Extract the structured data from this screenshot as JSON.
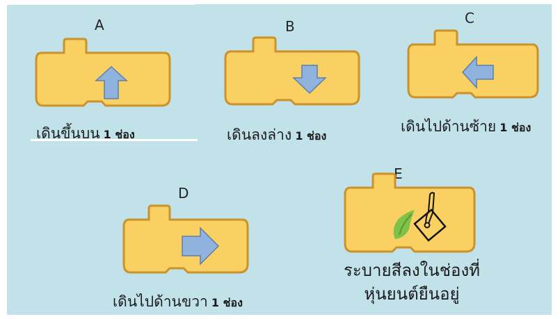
{
  "blocks": [
    {
      "id": "A",
      "letter": "A",
      "caption_text": "เดินขึ้นบน",
      "caption_count": "1 ช่อง",
      "icon": "arrow-up-icon"
    },
    {
      "id": "B",
      "letter": "B",
      "caption_text": "เดินลงล่าง",
      "caption_count": "1 ช่อง",
      "icon": "arrow-down-icon"
    },
    {
      "id": "C",
      "letter": "C",
      "caption_text": "เดินไปด้านซ้าย",
      "caption_count": "1 ช่อง",
      "icon": "arrow-left-icon"
    },
    {
      "id": "D",
      "letter": "D",
      "caption_text": "เดินไปด้านขวา",
      "caption_count": "1 ช่อง",
      "icon": "arrow-right-icon"
    },
    {
      "id": "E",
      "letter": "E",
      "caption_line1": "ระบายสีลงในช่องที่",
      "caption_line2": "หุ่นยนต์ยืนอยู่",
      "icon": "paint-bucket-icon"
    }
  ],
  "colors": {
    "background": "#c2e2ea",
    "block_fill": "#f9d061",
    "block_shadow": "#c9922c",
    "arrow_fill": "#8fb3dc",
    "arrow_stroke": "#5a7fae"
  }
}
